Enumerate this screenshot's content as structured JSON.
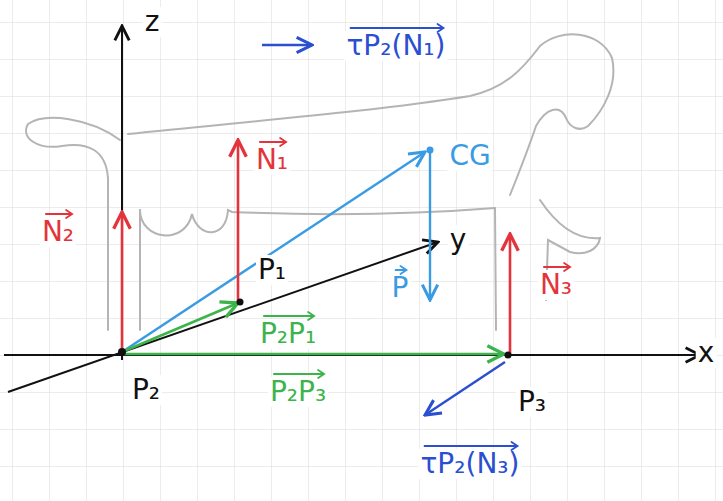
{
  "diagram": {
    "labels": [
      "z",
      "τP₂(N₁)",
      "N₁",
      "CG",
      "N₂",
      "P₁",
      "y",
      "P",
      "N₃",
      "P₂P₁",
      "P₂",
      "P₂P₃",
      "P₃",
      "x",
      "τP₂(N₃)"
    ]
  }
}
